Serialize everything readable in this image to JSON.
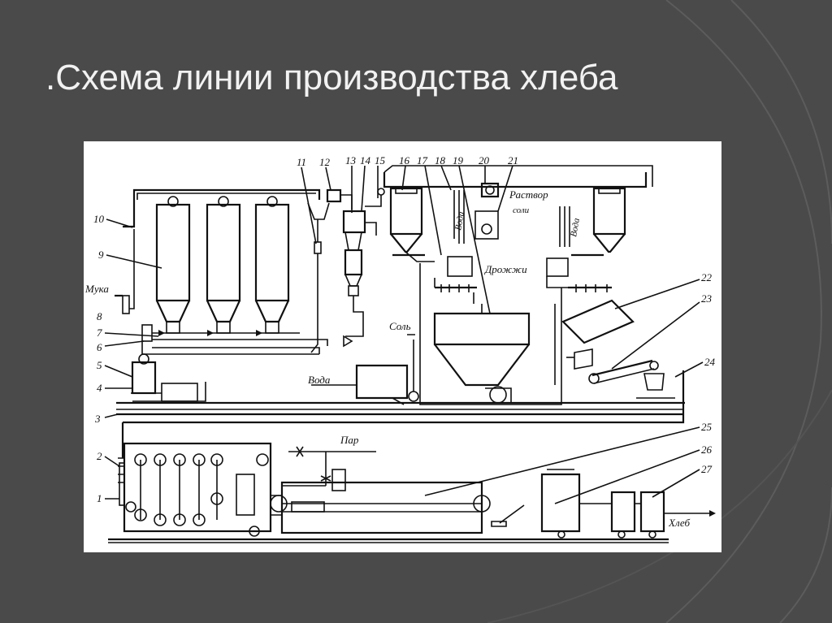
{
  "slide": {
    "title": ".Схема линии производства хлеба"
  },
  "diagram": {
    "callout_numbers": [
      "1",
      "2",
      "3",
      "4",
      "5",
      "6",
      "7",
      "8",
      "9",
      "10",
      "11",
      "12",
      "13",
      "14",
      "15",
      "16",
      "17",
      "18",
      "19",
      "20",
      "21",
      "22",
      "23",
      "24",
      "25",
      "26",
      "27"
    ],
    "labels": {
      "flour": "Мука",
      "water_left": "Вода",
      "salt": "Соль",
      "water_v1": "Вода",
      "water_v2": "Вода",
      "salt_solution_1": "Раствор",
      "salt_solution_2": "соли",
      "yeast": "Дрожжи",
      "steam": "Пар",
      "bread": "Хлеб"
    }
  },
  "colors": {
    "background": "#4a4a4a",
    "title": "#f2f2f2",
    "figure_bg": "#ffffff",
    "ink": "#111111"
  }
}
